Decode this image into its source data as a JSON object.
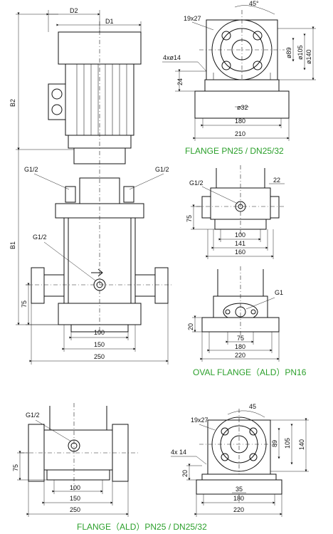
{
  "colors": {
    "ink": "#111111",
    "caption": "#2ca02c",
    "background": "#ffffff"
  },
  "pump_side_view": {
    "dims": {
      "d2": "D2",
      "d1": "D1",
      "b2": "B2",
      "b1": "B1",
      "port_left": "G1/2",
      "port_right": "G1/2",
      "port_mid": "G1/2",
      "h75": "75",
      "w100": "100",
      "w150": "150",
      "w250": "250"
    }
  },
  "flange_pn25_top": {
    "dims": {
      "holes": "4xø14",
      "bolt": "19x27",
      "angle": "45°",
      "d105": "ø105",
      "d140": "ø140",
      "d89": "ø89",
      "d32": "ø32",
      "h24": "24",
      "w180": "180",
      "w210": "210"
    },
    "caption": "FLANGE  PN25 / DN25/32"
  },
  "oval_flange_front": {
    "dims": {
      "port": "G1/2",
      "w22": "22",
      "h75": "75",
      "w100": "100",
      "w141": "141",
      "w160": "160"
    }
  },
  "oval_flange_base": {
    "dims": {
      "port": "G1",
      "h20": "20",
      "w75": "75",
      "w180": "180",
      "w220": "220"
    },
    "caption": "OVAL FLANGE（ALD）PN16"
  },
  "ald_front": {
    "dims": {
      "port": "G1/2",
      "h75": "75",
      "w100": "100",
      "w150": "150",
      "w250": "250"
    }
  },
  "ald_top": {
    "dims": {
      "bolt": "19x27",
      "angle": "45",
      "holes": "4x  14",
      "d89": "89",
      "d105": "105",
      "d140": "140",
      "h20": "20",
      "w35": "35",
      "w180": "180",
      "w220": "220"
    },
    "caption": "FLANGE（ALD）PN25 / DN25/32"
  }
}
